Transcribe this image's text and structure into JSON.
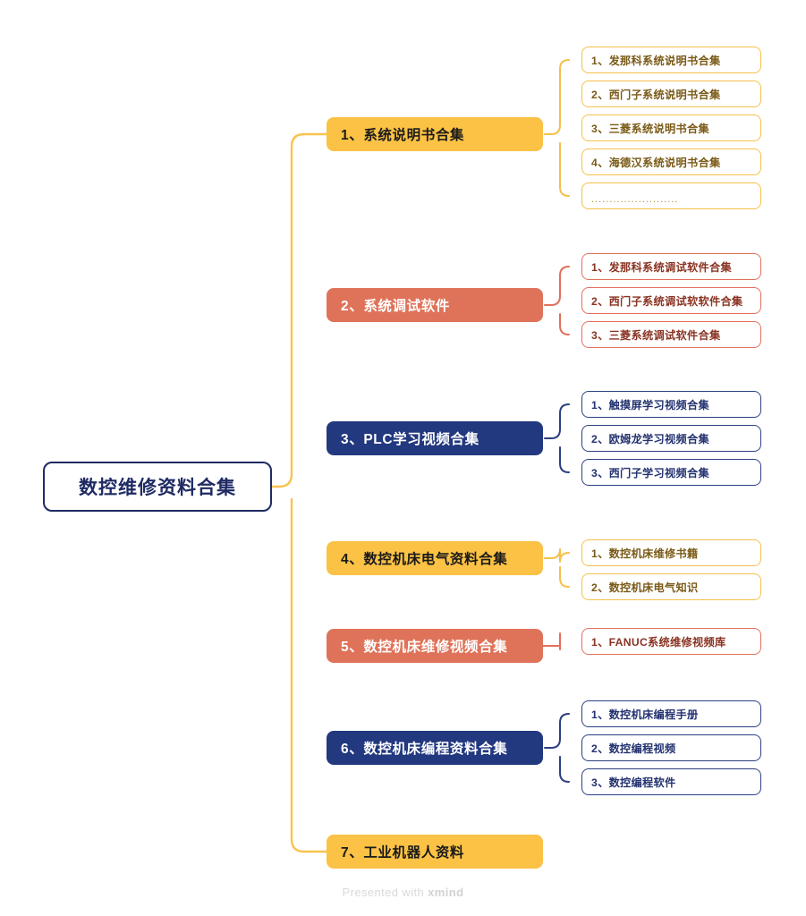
{
  "root": {
    "label": "数控维修资料合集",
    "color": "#1F2A63"
  },
  "palette": {
    "yellow": "#FBC245",
    "coral": "#DF7359",
    "navy": "#22387F",
    "background": "#FFFFFF",
    "root_border": "#1F2A63"
  },
  "branches": [
    {
      "label": "1、系统说明书合集",
      "color": "yellow",
      "children": [
        {
          "label": "1、发那科系统说明书合集"
        },
        {
          "label": "2、西门子系统说明书合集"
        },
        {
          "label": "3、三菱系统说明书合集"
        },
        {
          "label": "4、海德汉系统说明书合集"
        },
        {
          "label": "........................",
          "ellipsis": true
        }
      ]
    },
    {
      "label": "2、系统调试软件",
      "color": "coral",
      "children": [
        {
          "label": "1、发那科系统调试软件合集"
        },
        {
          "label": "2、西门子系统调试软软件合集"
        },
        {
          "label": "3、三菱系统调试软件合集"
        }
      ]
    },
    {
      "label": "3、PLC学习视频合集",
      "color": "navy",
      "children": [
        {
          "label": "1、触摸屏学习视频合集"
        },
        {
          "label": "2、欧姆龙学习视频合集"
        },
        {
          "label": "3、西门子学习视频合集"
        }
      ]
    },
    {
      "label": "4、数控机床电气资料合集",
      "color": "yellow",
      "children": [
        {
          "label": "1、数控机床维修书籍"
        },
        {
          "label": "2、数控机床电气知识"
        }
      ]
    },
    {
      "label": "5、数控机床维修视频合集",
      "color": "coral",
      "children": [
        {
          "label": "1、FANUC系统维修视频库"
        }
      ]
    },
    {
      "label": "6、数控机床编程资料合集",
      "color": "navy",
      "children": [
        {
          "label": "1、数控机床编程手册"
        },
        {
          "label": "2、数控编程视频"
        },
        {
          "label": "3、数控编程软件"
        }
      ]
    },
    {
      "label": "7、工业机器人资料",
      "color": "yellow",
      "children": []
    }
  ],
  "footer": {
    "prefix": "Presented with ",
    "brand": "xmind"
  }
}
